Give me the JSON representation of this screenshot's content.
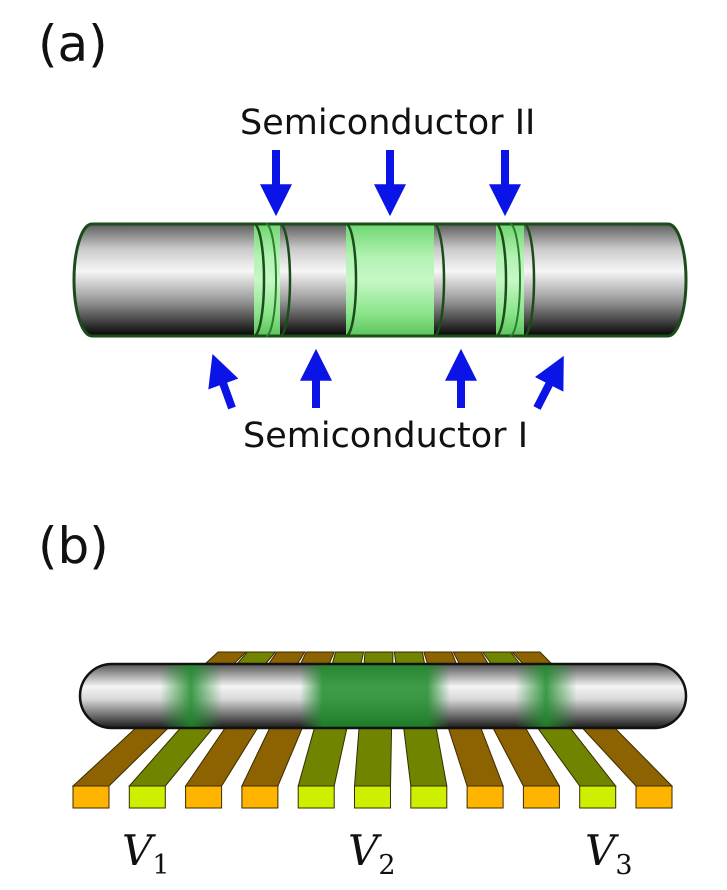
{
  "panel_a": {
    "label": "(a)",
    "top_label": "Semiconductor II",
    "bottom_label": "Semiconductor I"
  },
  "panel_b": {
    "label": "(b)",
    "gate_labels": [
      {
        "main": "V",
        "sub": "1"
      },
      {
        "main": "V",
        "sub": "2"
      },
      {
        "main": "V",
        "sub": "3"
      }
    ]
  },
  "colors": {
    "arrow": "#0a14e6",
    "semiconductor_ii": "#8ef08e",
    "semiconductor_i": "#8a8a8a",
    "gate_orange": "#ffb400",
    "gate_green": "#ccf000",
    "outline": "#1a4d1a"
  },
  "icons": [
    "down-arrow",
    "up-arrow"
  ]
}
